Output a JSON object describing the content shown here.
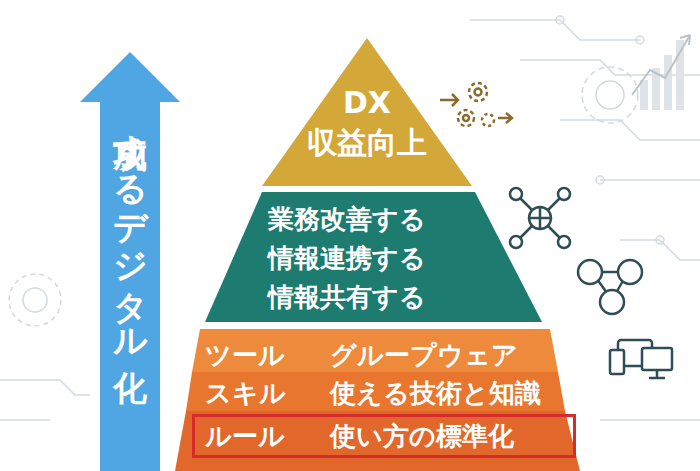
{
  "diagram": {
    "nodes": [
      {
        "text": [
          "成功するデジタル化"
        ]
      },
      {
        "text": [
          "DX 収益向上"
        ]
      },
      {
        "text": [
          "業務改善する 情報連携する 情報共有する"
        ]
      },
      {
        "text": [
          "ツール",
          "グループウェア",
          "スキル",
          "使える技術と知識"
        ]
      },
      {
        "text": [
          "ルール",
          "使い方の標準化"
        ],
        "in": 3
      }
    ]
  }
}
